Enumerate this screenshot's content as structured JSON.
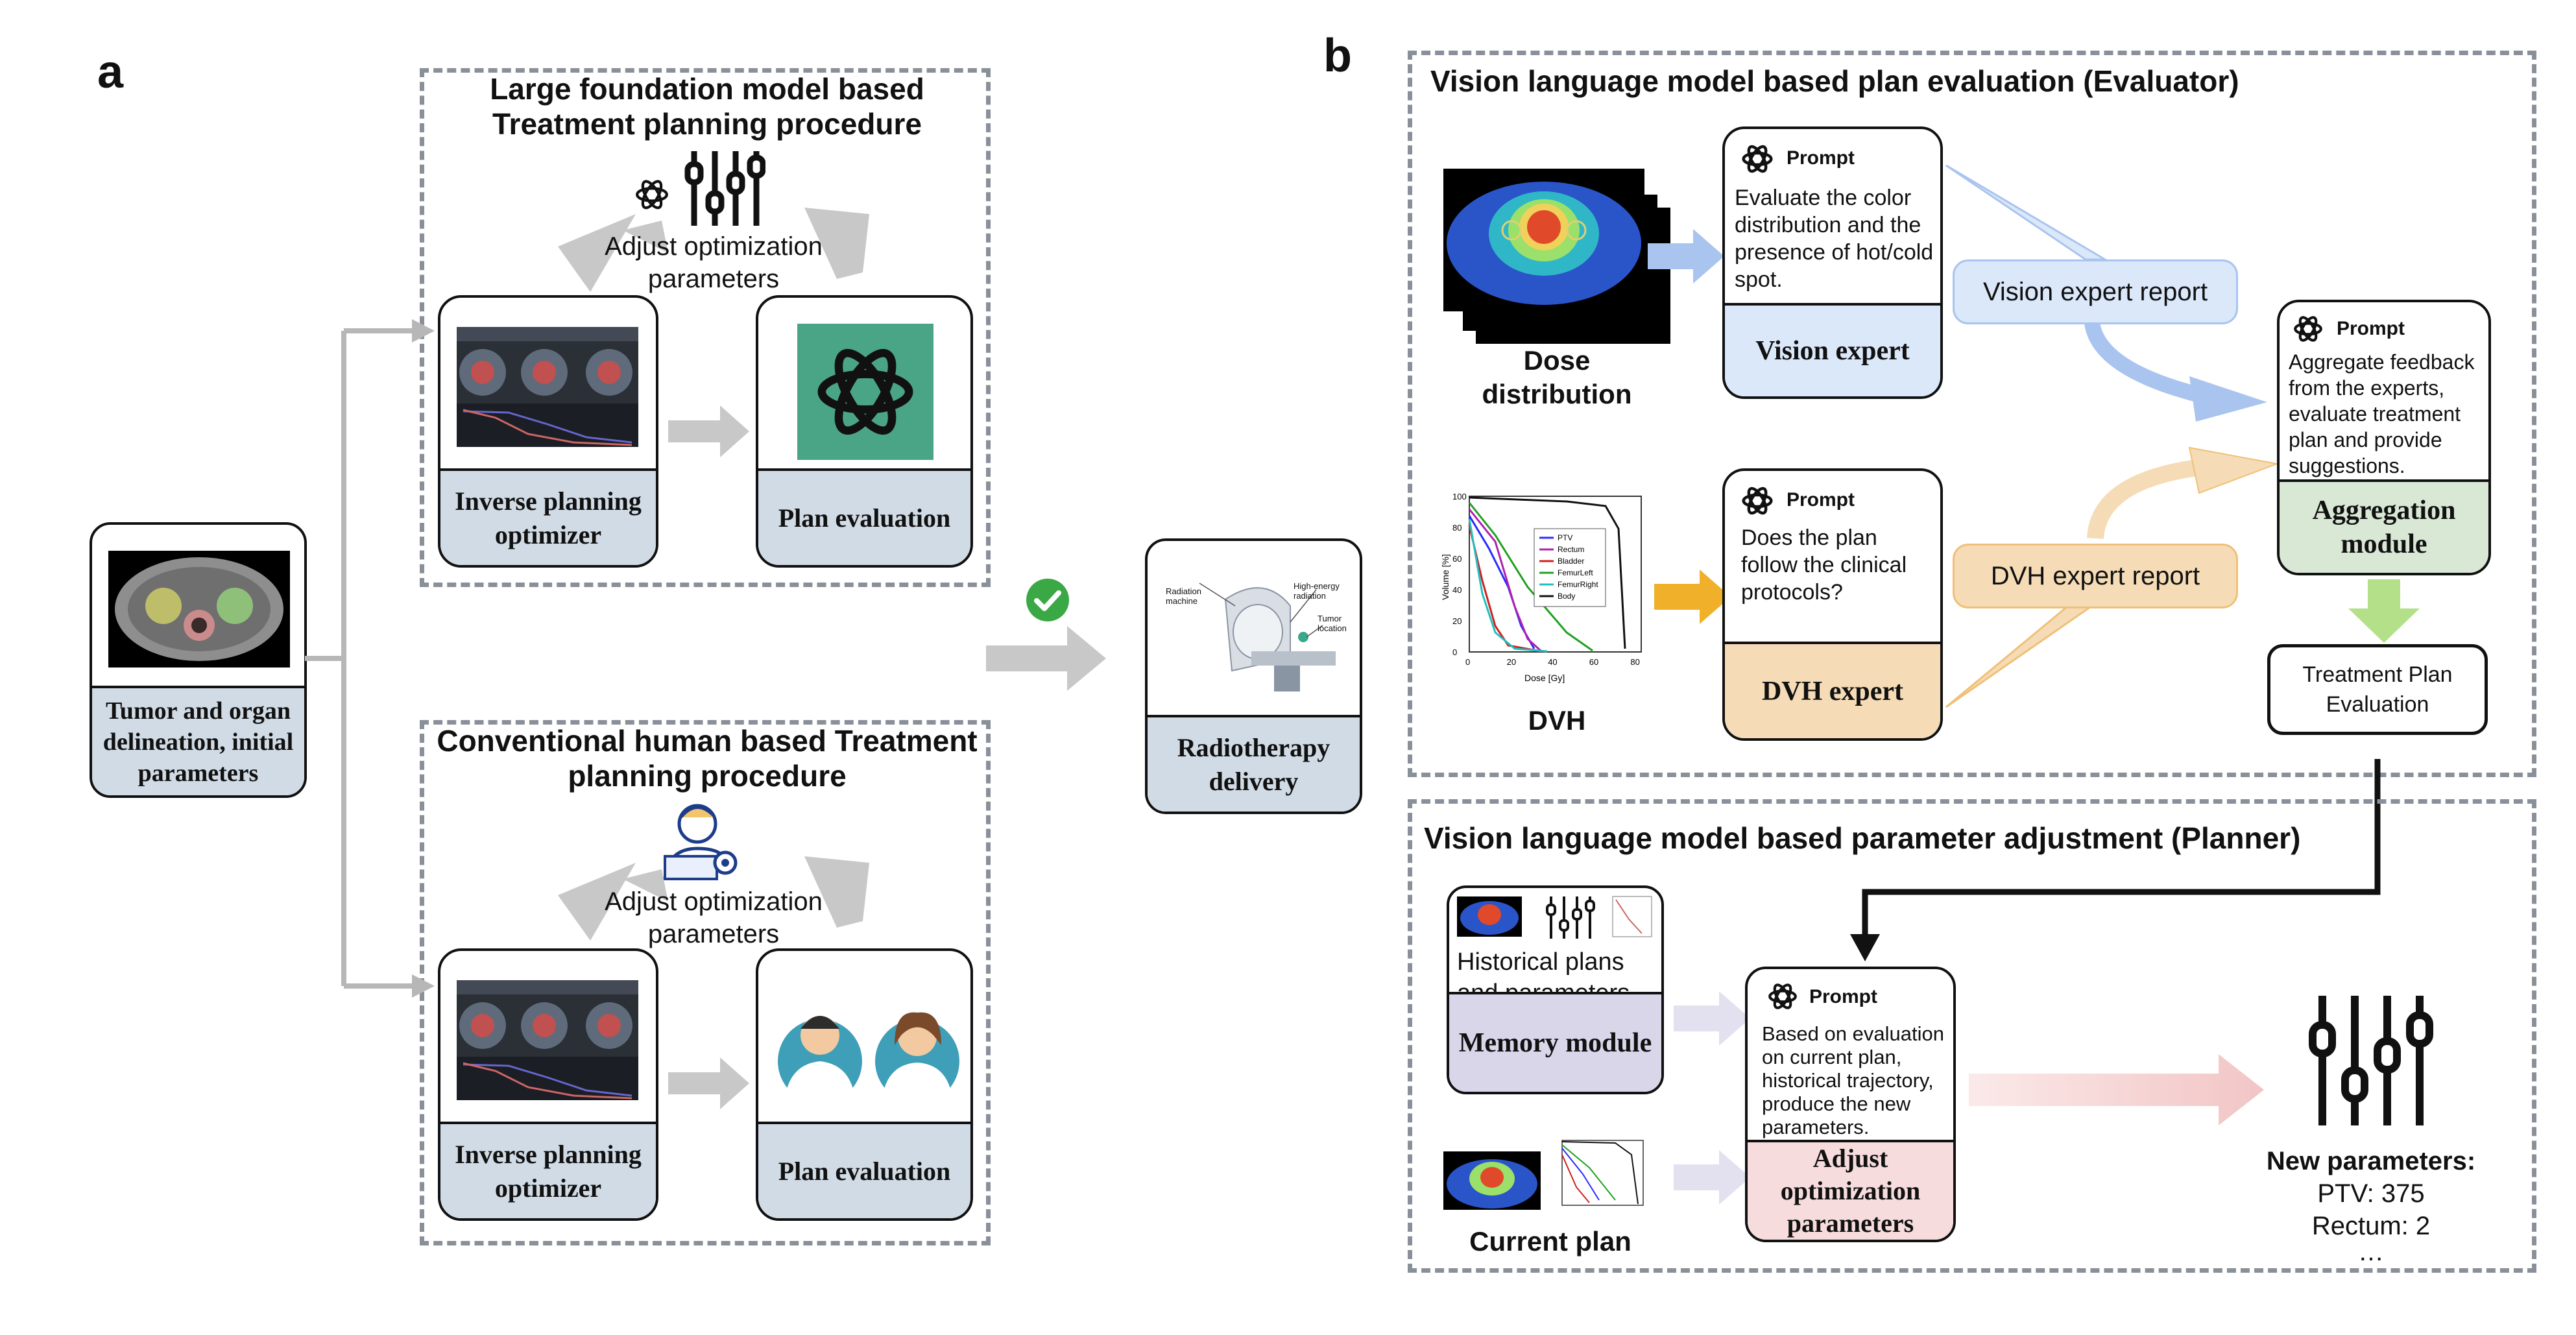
{
  "panel_a": {
    "letter": "a",
    "llm_title_line1": "Large foundation model based",
    "llm_title_line2": "Treatment planning procedure",
    "conv_title_line1": "Conventional human based Treatment",
    "conv_title_line2": "planning procedure",
    "adjust_top_line1": "Adjust optimization",
    "adjust_top_line2": "parameters",
    "adjust_bottom_line1": "Adjust optimization",
    "adjust_bottom_line2": "parameters",
    "optimizer_top": "Inverse planning optimizer",
    "plan_eval_top": "Plan evaluation",
    "optimizer_bottom": "Inverse planning optimizer",
    "plan_eval_bottom": "Plan evaluation",
    "tumor_box": "Tumor and organ delineation, initial parameters",
    "delivery_box": "Radiotherapy delivery",
    "machine_labels": {
      "radiation_machine": "Radiation machine",
      "high_energy": "High-energy radiation",
      "tumor_location": "Tumor location"
    }
  },
  "panel_b": {
    "letter": "b",
    "evaluator_title": "Vision language model based plan evaluation (Evaluator)",
    "planner_title": "Vision language model based parameter adjustment (Planner)",
    "dose_label_line1": "Dose",
    "dose_label_line2": "distribution",
    "dvh_label": "DVH",
    "prompt_word": "Prompt",
    "vision_prompt": "Evaluate the color distribution and the presence of hot/cold spot.",
    "vision_expert": "Vision expert",
    "vision_report": "Vision expert report",
    "dvh_prompt": "Does the plan follow the clinical protocols?",
    "dvh_expert": "DVH expert",
    "dvh_report": "DVH expert report",
    "agg_prompt": "Aggregate feedback from the experts, evaluate treatment plan and provide suggestions.",
    "agg_module": "Aggregation module",
    "treatment_eval": "Treatment Plan Evaluation",
    "historical_line1": "Historical plans",
    "historical_line2": "and parameters",
    "memory_module": "Memory module",
    "current_plan": "Current plan",
    "planner_prompt": "Based on evaluation on current plan, historical trajectory, produce the new parameters.",
    "adjust_module": "Adjust optimization parameters",
    "new_params_title": "New parameters:",
    "new_params_ptv": "PTV: 375",
    "new_params_rectum": "Rectum: 2",
    "new_params_more": "…"
  },
  "dvh_chart": {
    "xlabel": "Dose [Gy]",
    "ylabel": "Volume [%]",
    "x_ticks": [
      "0",
      "20",
      "40",
      "60",
      "80"
    ],
    "y_ticks": [
      "100",
      "80",
      "60",
      "40",
      "20",
      "0"
    ],
    "legend": [
      "PTV",
      "Rectum",
      "Bladder",
      "FemurLeft",
      "FemurRight",
      "Body"
    ]
  },
  "colors": {
    "dash_border": "#8a9099",
    "gray_footer": "#d1dbe5",
    "blue_footer": "#dbe8fa",
    "tan_footer": "#f5dcb6",
    "green_footer": "#d9e8d5",
    "lavender_footer": "#d9d6ea",
    "pink_footer": "#f6dcdc",
    "openai_green": "#4aa586",
    "check_green": "#3aa845",
    "dvh_arrow": "#f0b02a",
    "vision_arrow": "#a9c4ee"
  }
}
